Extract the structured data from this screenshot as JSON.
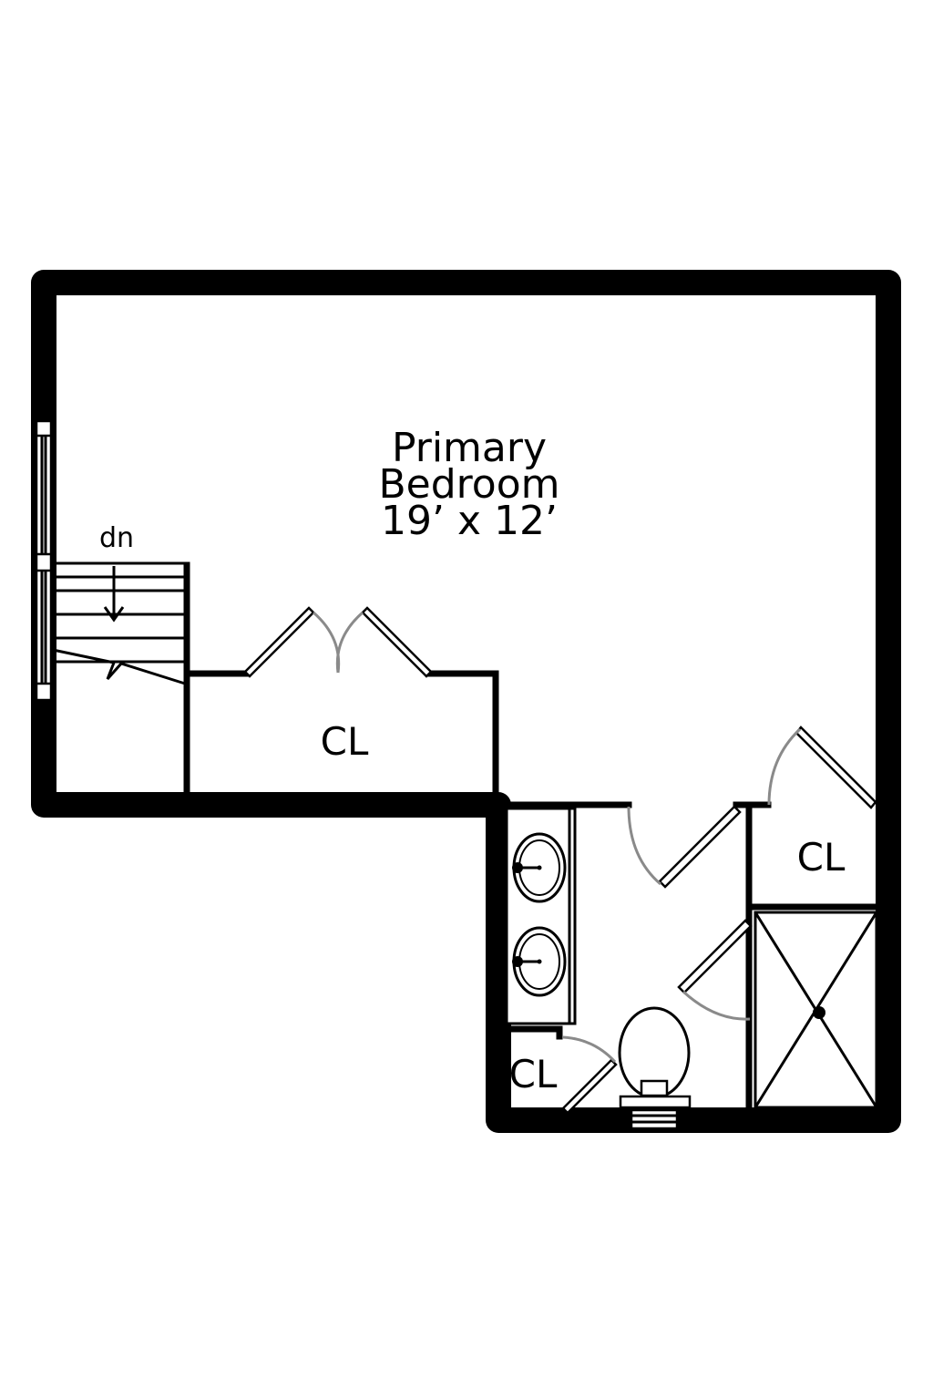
{
  "room": {
    "name_line1": "Primary",
    "name_line2": "Bedroom",
    "dimensions": "19’ x 12’"
  },
  "stairs": {
    "direction_label": "dn"
  },
  "closets": {
    "hall_closet": "CL",
    "bedroom_closet": "CL",
    "bath_closet": "CL"
  }
}
